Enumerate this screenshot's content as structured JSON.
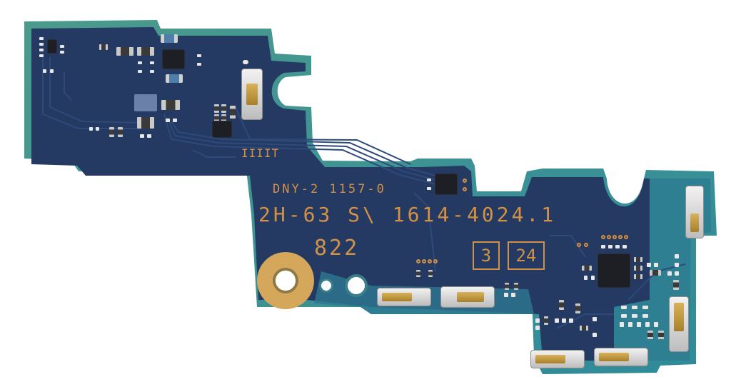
{
  "subject": "Printed circuit board (flex/rigid sensor board)",
  "colors": {
    "background": "#ffffff",
    "board_solder_mask": "#243a63",
    "board_edge": "#3f8f95",
    "silkscreen": "#d39145",
    "gold": "#d2a04f"
  },
  "silkscreen": {
    "line1": "DNY-2 1157-0",
    "line2": "2H-63  S\\ 1614-4024.1",
    "line3": "822",
    "box_a": "3",
    "box_b": "24",
    "marker": "IIIIT"
  }
}
